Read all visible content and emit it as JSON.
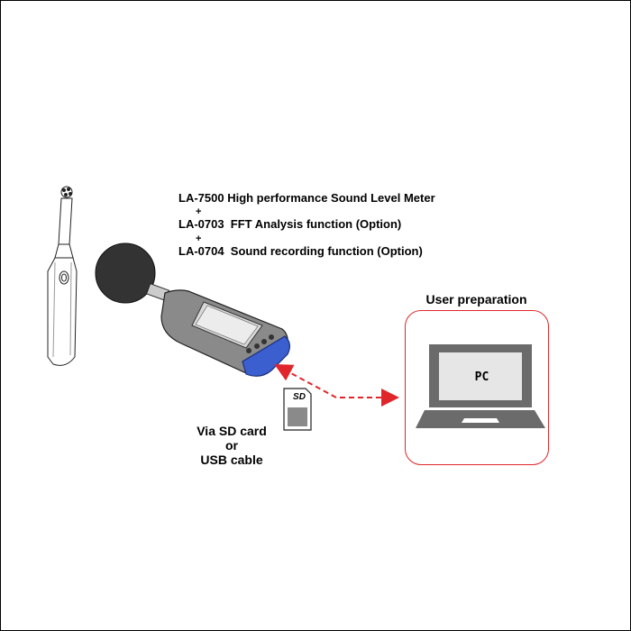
{
  "specs": {
    "line1": "LA-7500 High performance Sound Level Meter",
    "plus1": "+",
    "line2": "LA-0703  FFT Analysis function (Option)",
    "plus2": "+",
    "line3": "LA-0704  Sound recording function (Option)"
  },
  "transfer": {
    "line1": "Via SD card",
    "line2": "or",
    "line3": "USB cable"
  },
  "sd_card": {
    "label": "SD"
  },
  "user_preparation": {
    "title": "User preparation",
    "pc_label": "PC"
  },
  "colors": {
    "arrow": "#e0262b",
    "box_border": "#e0262b",
    "meter_blue": "#3b5fcf",
    "meter_body": "#8a8a8a",
    "laptop": "#6b6b6b",
    "laptop_screen": "#e6e6e6"
  },
  "icons": [
    "toothbrush-icon",
    "sound-level-meter-icon",
    "sd-card-icon",
    "laptop-icon",
    "double-arrow-icon"
  ]
}
